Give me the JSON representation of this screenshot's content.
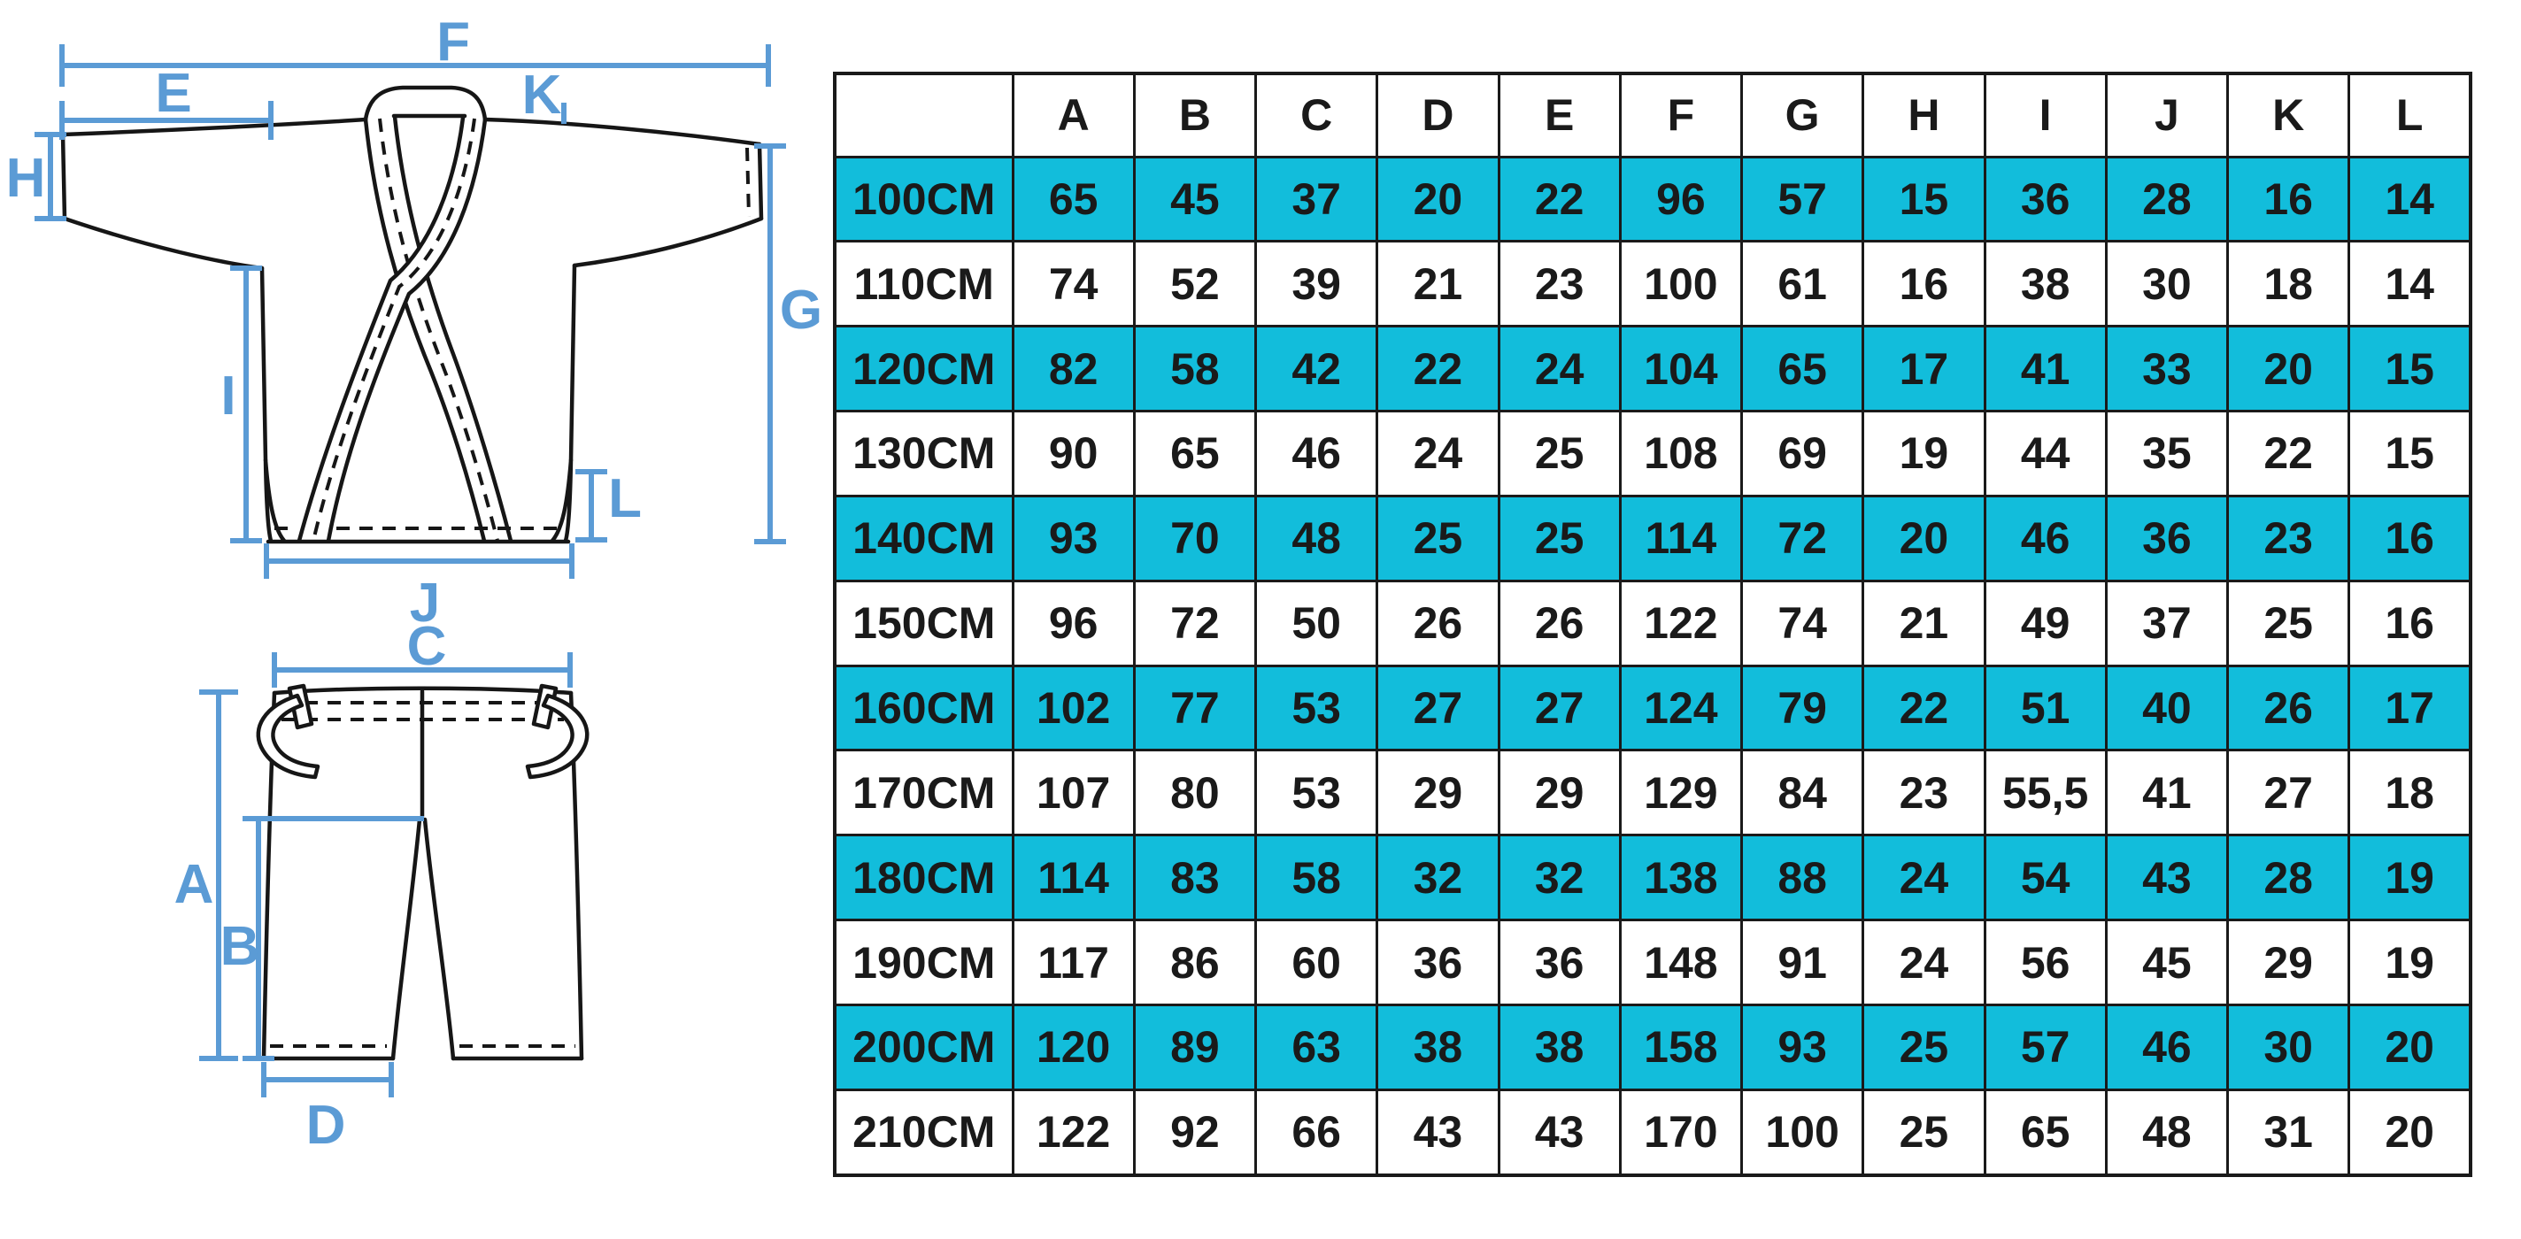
{
  "colors": {
    "highlight_cyan": "#12BDDB",
    "dimension_blue": "#5B9BD5",
    "line_black": "#1a1a1a",
    "background": "#ffffff"
  },
  "diagrams": {
    "jacket_labels": [
      "F",
      "E",
      "K",
      "H",
      "G",
      "I",
      "L",
      "J"
    ],
    "pants_labels": [
      "C",
      "A",
      "B",
      "D"
    ]
  },
  "table": {
    "columns": [
      "A",
      "B",
      "C",
      "D",
      "E",
      "F",
      "G",
      "H",
      "I",
      "J",
      "K",
      "L"
    ],
    "rows": [
      {
        "label": "100CM",
        "highlight": true,
        "values": [
          "65",
          "45",
          "37",
          "20",
          "22",
          "96",
          "57",
          "15",
          "36",
          "28",
          "16",
          "14"
        ]
      },
      {
        "label": "110CM",
        "highlight": false,
        "values": [
          "74",
          "52",
          "39",
          "21",
          "23",
          "100",
          "61",
          "16",
          "38",
          "30",
          "18",
          "14"
        ]
      },
      {
        "label": "120CM",
        "highlight": true,
        "values": [
          "82",
          "58",
          "42",
          "22",
          "24",
          "104",
          "65",
          "17",
          "41",
          "33",
          "20",
          "15"
        ]
      },
      {
        "label": "130CM",
        "highlight": false,
        "values": [
          "90",
          "65",
          "46",
          "24",
          "25",
          "108",
          "69",
          "19",
          "44",
          "35",
          "22",
          "15"
        ]
      },
      {
        "label": "140CM",
        "highlight": true,
        "values": [
          "93",
          "70",
          "48",
          "25",
          "25",
          "114",
          "72",
          "20",
          "46",
          "36",
          "23",
          "16"
        ]
      },
      {
        "label": "150CM",
        "highlight": false,
        "values": [
          "96",
          "72",
          "50",
          "26",
          "26",
          "122",
          "74",
          "21",
          "49",
          "37",
          "25",
          "16"
        ]
      },
      {
        "label": "160CM",
        "highlight": true,
        "values": [
          "102",
          "77",
          "53",
          "27",
          "27",
          "124",
          "79",
          "22",
          "51",
          "40",
          "26",
          "17"
        ]
      },
      {
        "label": "170CM",
        "highlight": false,
        "values": [
          "107",
          "80",
          "53",
          "29",
          "29",
          "129",
          "84",
          "23",
          "55,5",
          "41",
          "27",
          "18"
        ]
      },
      {
        "label": "180CM",
        "highlight": true,
        "values": [
          "114",
          "83",
          "58",
          "32",
          "32",
          "138",
          "88",
          "24",
          "54",
          "43",
          "28",
          "19"
        ]
      },
      {
        "label": "190CM",
        "highlight": false,
        "values": [
          "117",
          "86",
          "60",
          "36",
          "36",
          "148",
          "91",
          "24",
          "56",
          "45",
          "29",
          "19"
        ]
      },
      {
        "label": "200CM",
        "highlight": true,
        "values": [
          "120",
          "89",
          "63",
          "38",
          "38",
          "158",
          "93",
          "25",
          "57",
          "46",
          "30",
          "20"
        ]
      },
      {
        "label": "210CM",
        "highlight": false,
        "values": [
          "122",
          "92",
          "66",
          "43",
          "43",
          "170",
          "100",
          "25",
          "65",
          "48",
          "31",
          "20"
        ]
      }
    ]
  },
  "chart_data": {
    "type": "table",
    "title": "Uniform size chart (jacket and pants measurements in cm)",
    "columns": [
      "A",
      "B",
      "C",
      "D",
      "E",
      "F",
      "G",
      "H",
      "I",
      "J",
      "K",
      "L"
    ],
    "row_labels": [
      "100CM",
      "110CM",
      "120CM",
      "130CM",
      "140CM",
      "150CM",
      "160CM",
      "170CM",
      "180CM",
      "190CM",
      "200CM",
      "210CM"
    ],
    "values": [
      [
        65,
        45,
        37,
        20,
        22,
        96,
        57,
        15,
        36,
        28,
        16,
        14
      ],
      [
        74,
        52,
        39,
        21,
        23,
        100,
        61,
        16,
        38,
        30,
        18,
        14
      ],
      [
        82,
        58,
        42,
        22,
        24,
        104,
        65,
        17,
        41,
        33,
        20,
        15
      ],
      [
        90,
        65,
        46,
        24,
        25,
        108,
        69,
        19,
        44,
        35,
        22,
        15
      ],
      [
        93,
        70,
        48,
        25,
        25,
        114,
        72,
        20,
        46,
        36,
        23,
        16
      ],
      [
        96,
        72,
        50,
        26,
        26,
        122,
        74,
        21,
        49,
        37,
        25,
        16
      ],
      [
        102,
        77,
        53,
        27,
        27,
        124,
        79,
        22,
        51,
        40,
        26,
        17
      ],
      [
        107,
        80,
        53,
        29,
        29,
        129,
        84,
        23,
        55.5,
        41,
        27,
        18
      ],
      [
        114,
        83,
        58,
        32,
        32,
        138,
        88,
        24,
        54,
        43,
        28,
        19
      ],
      [
        117,
        86,
        60,
        36,
        36,
        148,
        91,
        24,
        56,
        45,
        29,
        19
      ],
      [
        120,
        89,
        63,
        38,
        38,
        158,
        93,
        25,
        57,
        46,
        30,
        20
      ],
      [
        122,
        92,
        66,
        43,
        43,
        170,
        100,
        25,
        65,
        48,
        31,
        20
      ]
    ]
  }
}
